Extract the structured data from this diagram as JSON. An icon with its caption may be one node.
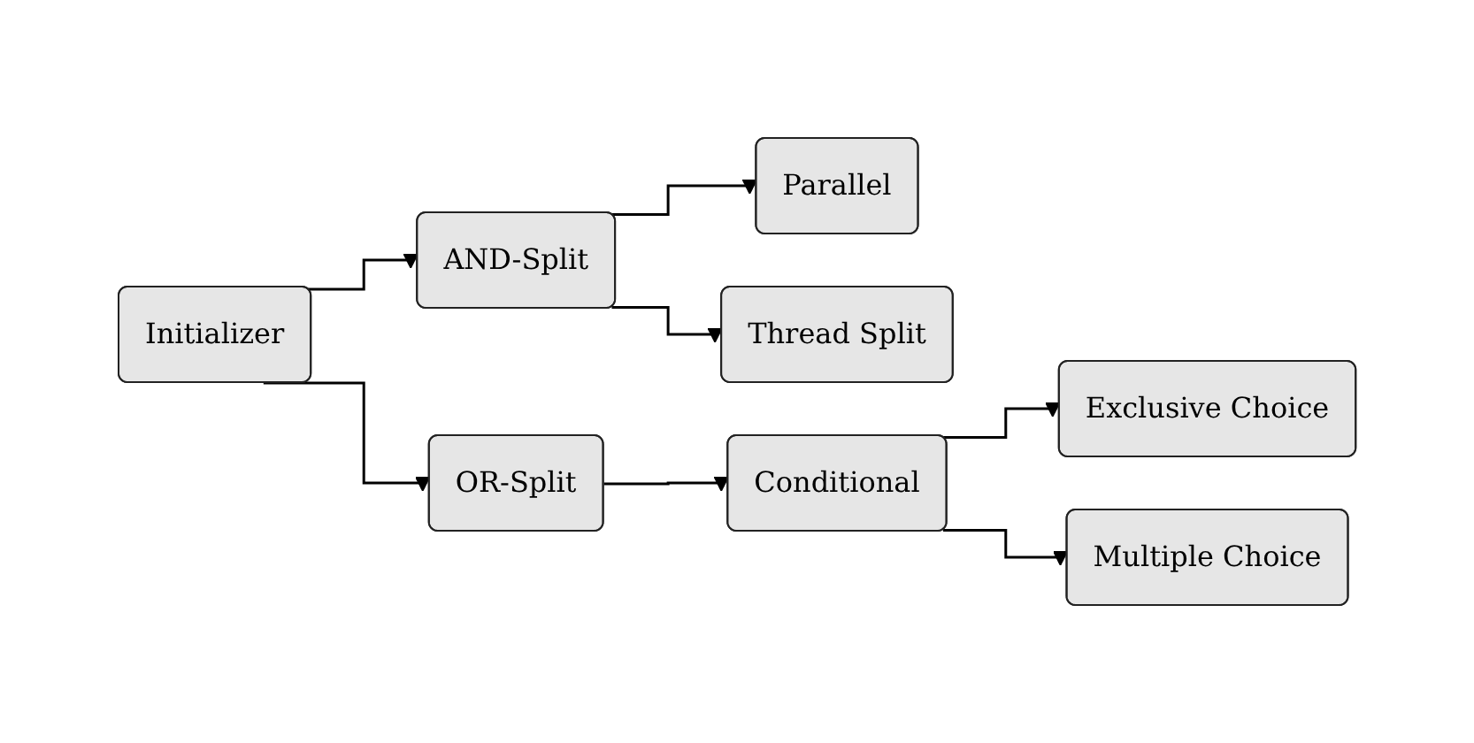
{
  "diagram": {
    "nodes": [
      {
        "text": [
          "Initializer"
        ]
      },
      {
        "text": [
          "AND-Split"
        ]
      },
      {
        "text": [
          "Parallel"
        ]
      },
      {
        "text": [
          "Thread Split"
        ]
      },
      {
        "text": [
          "OR-Split"
        ]
      },
      {
        "text": [
          "Conditional"
        ]
      },
      {
        "text": [
          "Exclusive Choice"
        ]
      },
      {
        "text": [
          "Multiple Choice"
        ]
      }
    ],
    "edges": [
      {
        "from": 0,
        "to": 1,
        "arrow": "to"
      },
      {
        "from": 0,
        "to": 4,
        "arrow": "to"
      },
      {
        "from": 1,
        "to": 2,
        "arrow": "to"
      },
      {
        "from": 1,
        "to": 3,
        "arrow": "to"
      },
      {
        "from": 4,
        "to": 5,
        "arrow": "to"
      },
      {
        "from": 5,
        "to": 6,
        "arrow": "to"
      },
      {
        "from": 5,
        "to": 7,
        "arrow": "to"
      }
    ]
  }
}
